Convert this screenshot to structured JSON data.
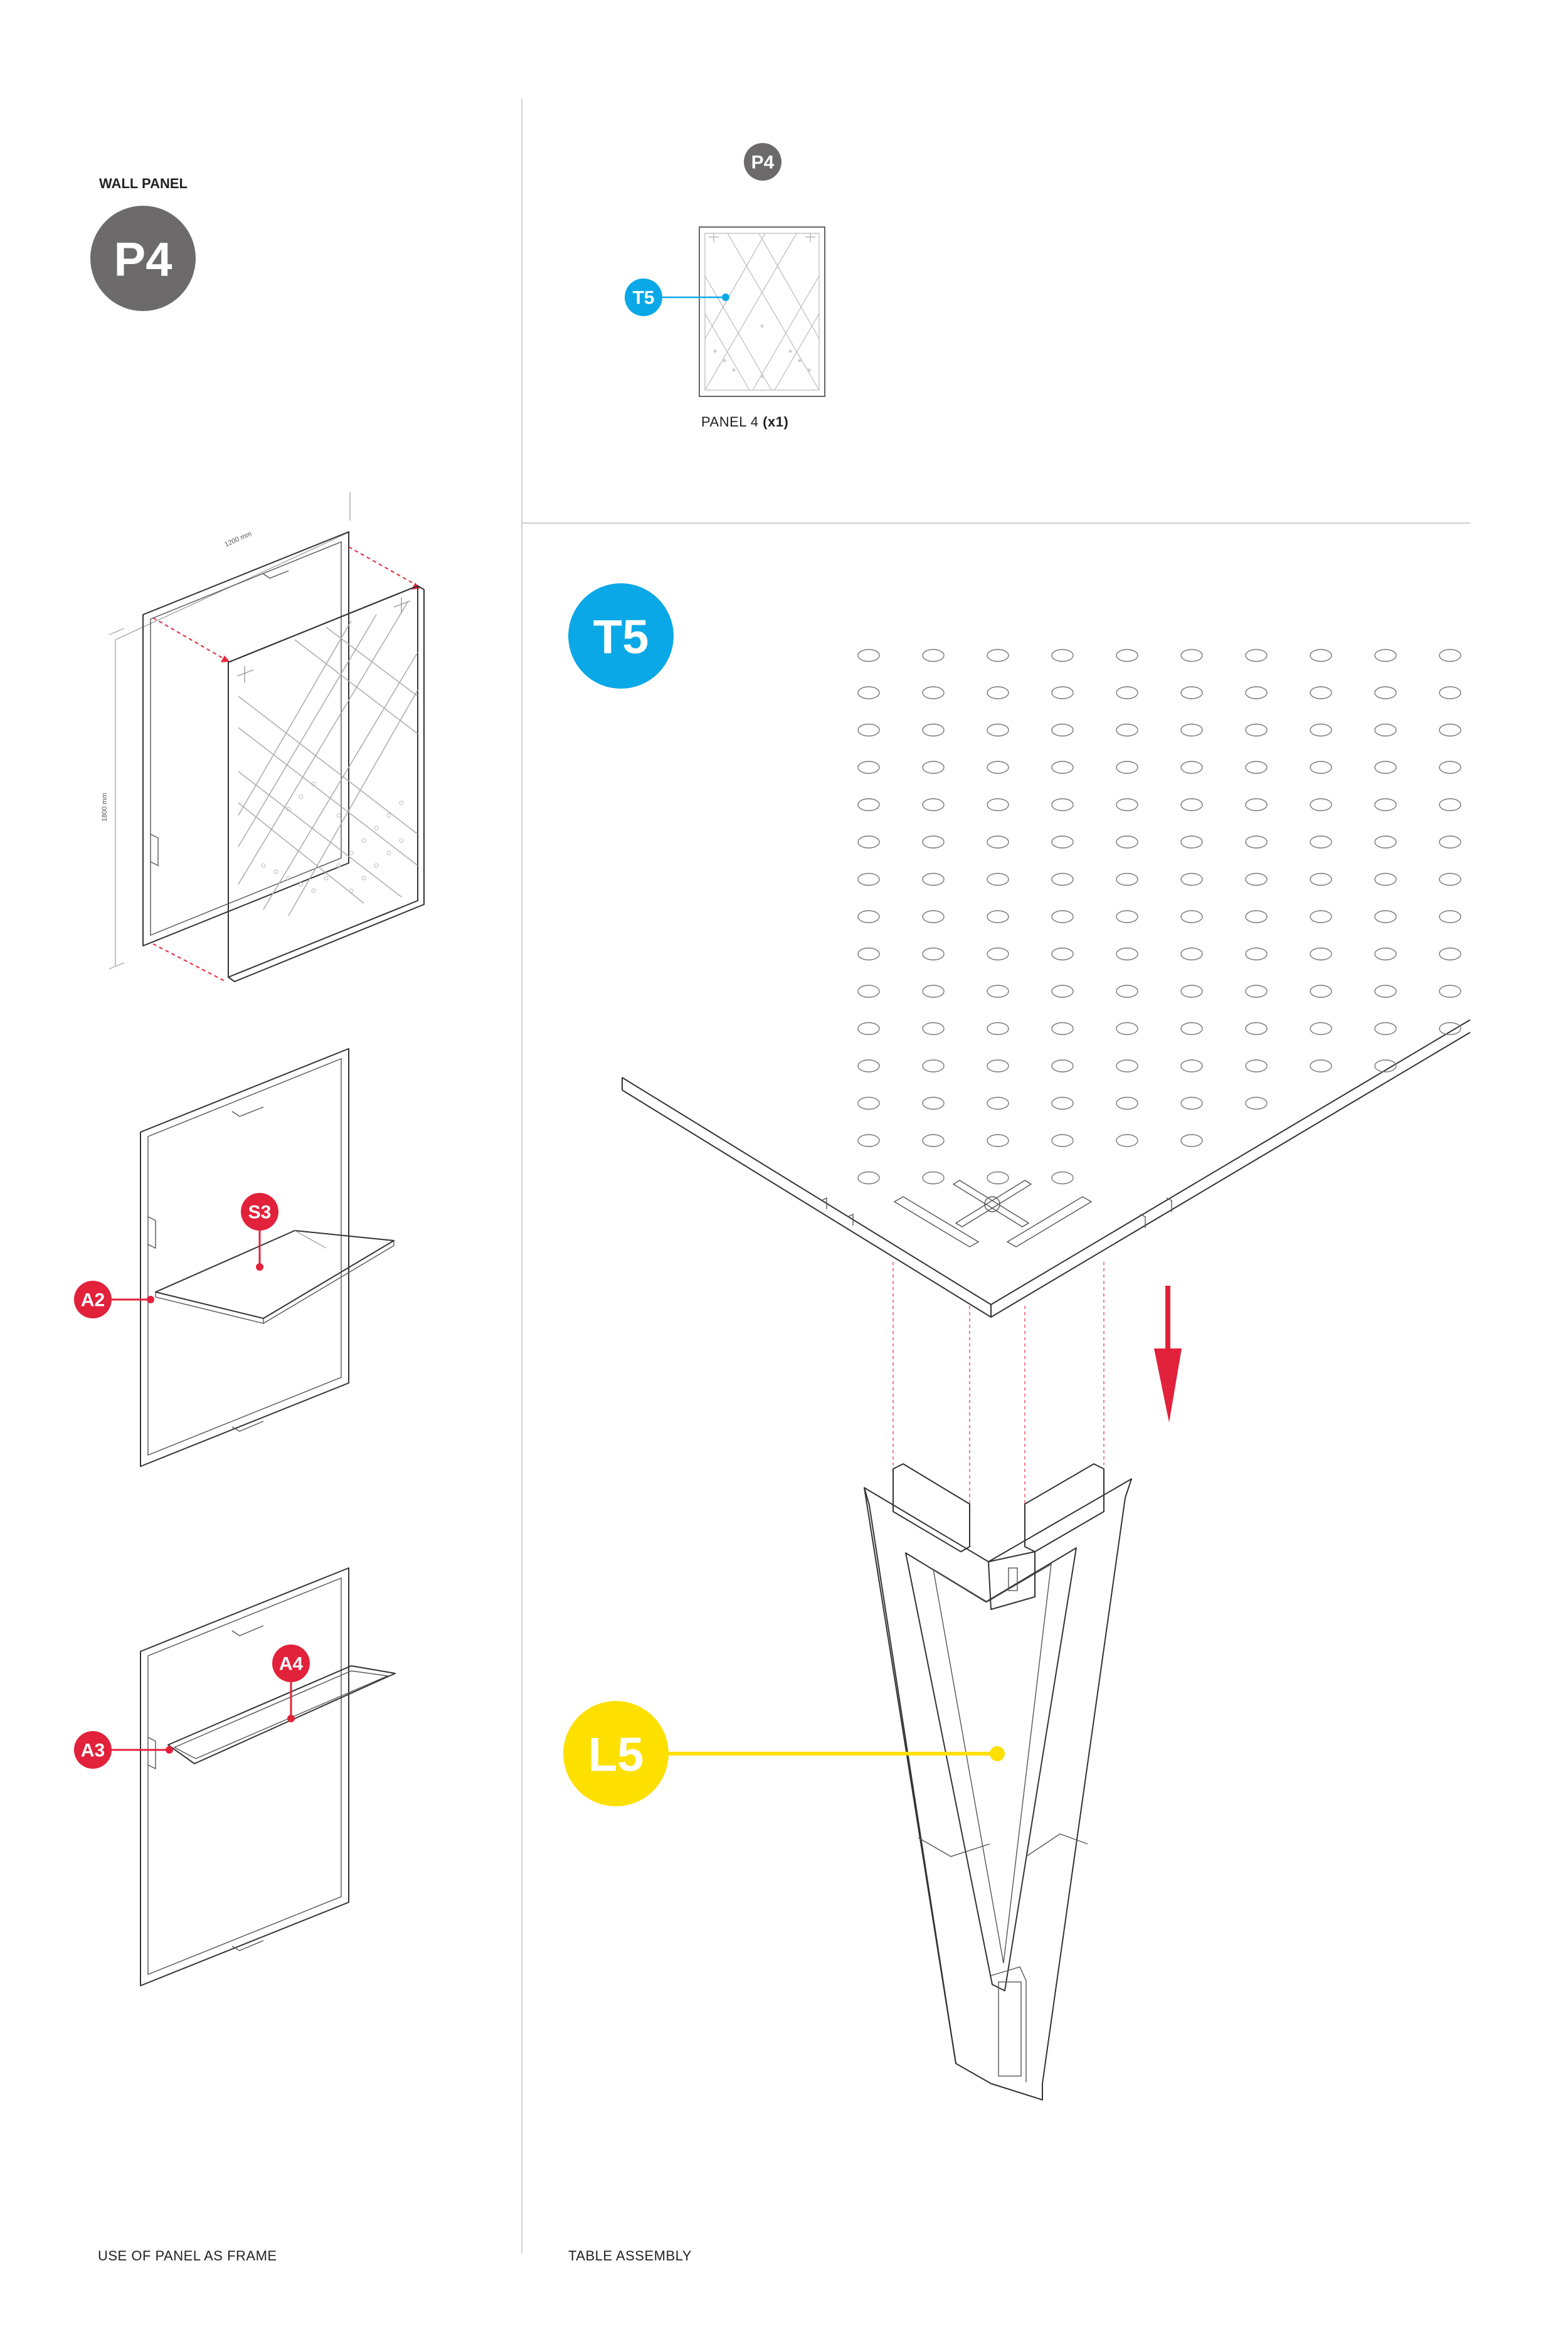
{
  "labels": {
    "wall_panel": "WALL PANEL",
    "panel_caption_prefix": "PANEL 4",
    "panel_caption_qty": "(x1)",
    "footer_left": "USE OF PANEL AS FRAME",
    "footer_right": "TABLE ASSEMBLY",
    "dim_width": "1200 mm",
    "dim_height": "1800 mm"
  },
  "badges": {
    "p4_large": "P4",
    "p4_small": "P4",
    "t5_small": "T5",
    "t5_large": "T5",
    "l5": "L5",
    "s3": "S3",
    "a2": "A2",
    "a3": "A3",
    "a4": "A4"
  },
  "colors": {
    "grey_badge": "#6d6a6b",
    "blue_badge": "#0aa8e6",
    "red_badge": "#e2213b",
    "yellow_badge": "#fde000",
    "divider": "#cfcfcf"
  },
  "icons": {
    "arrow": "down-arrow-icon"
  }
}
